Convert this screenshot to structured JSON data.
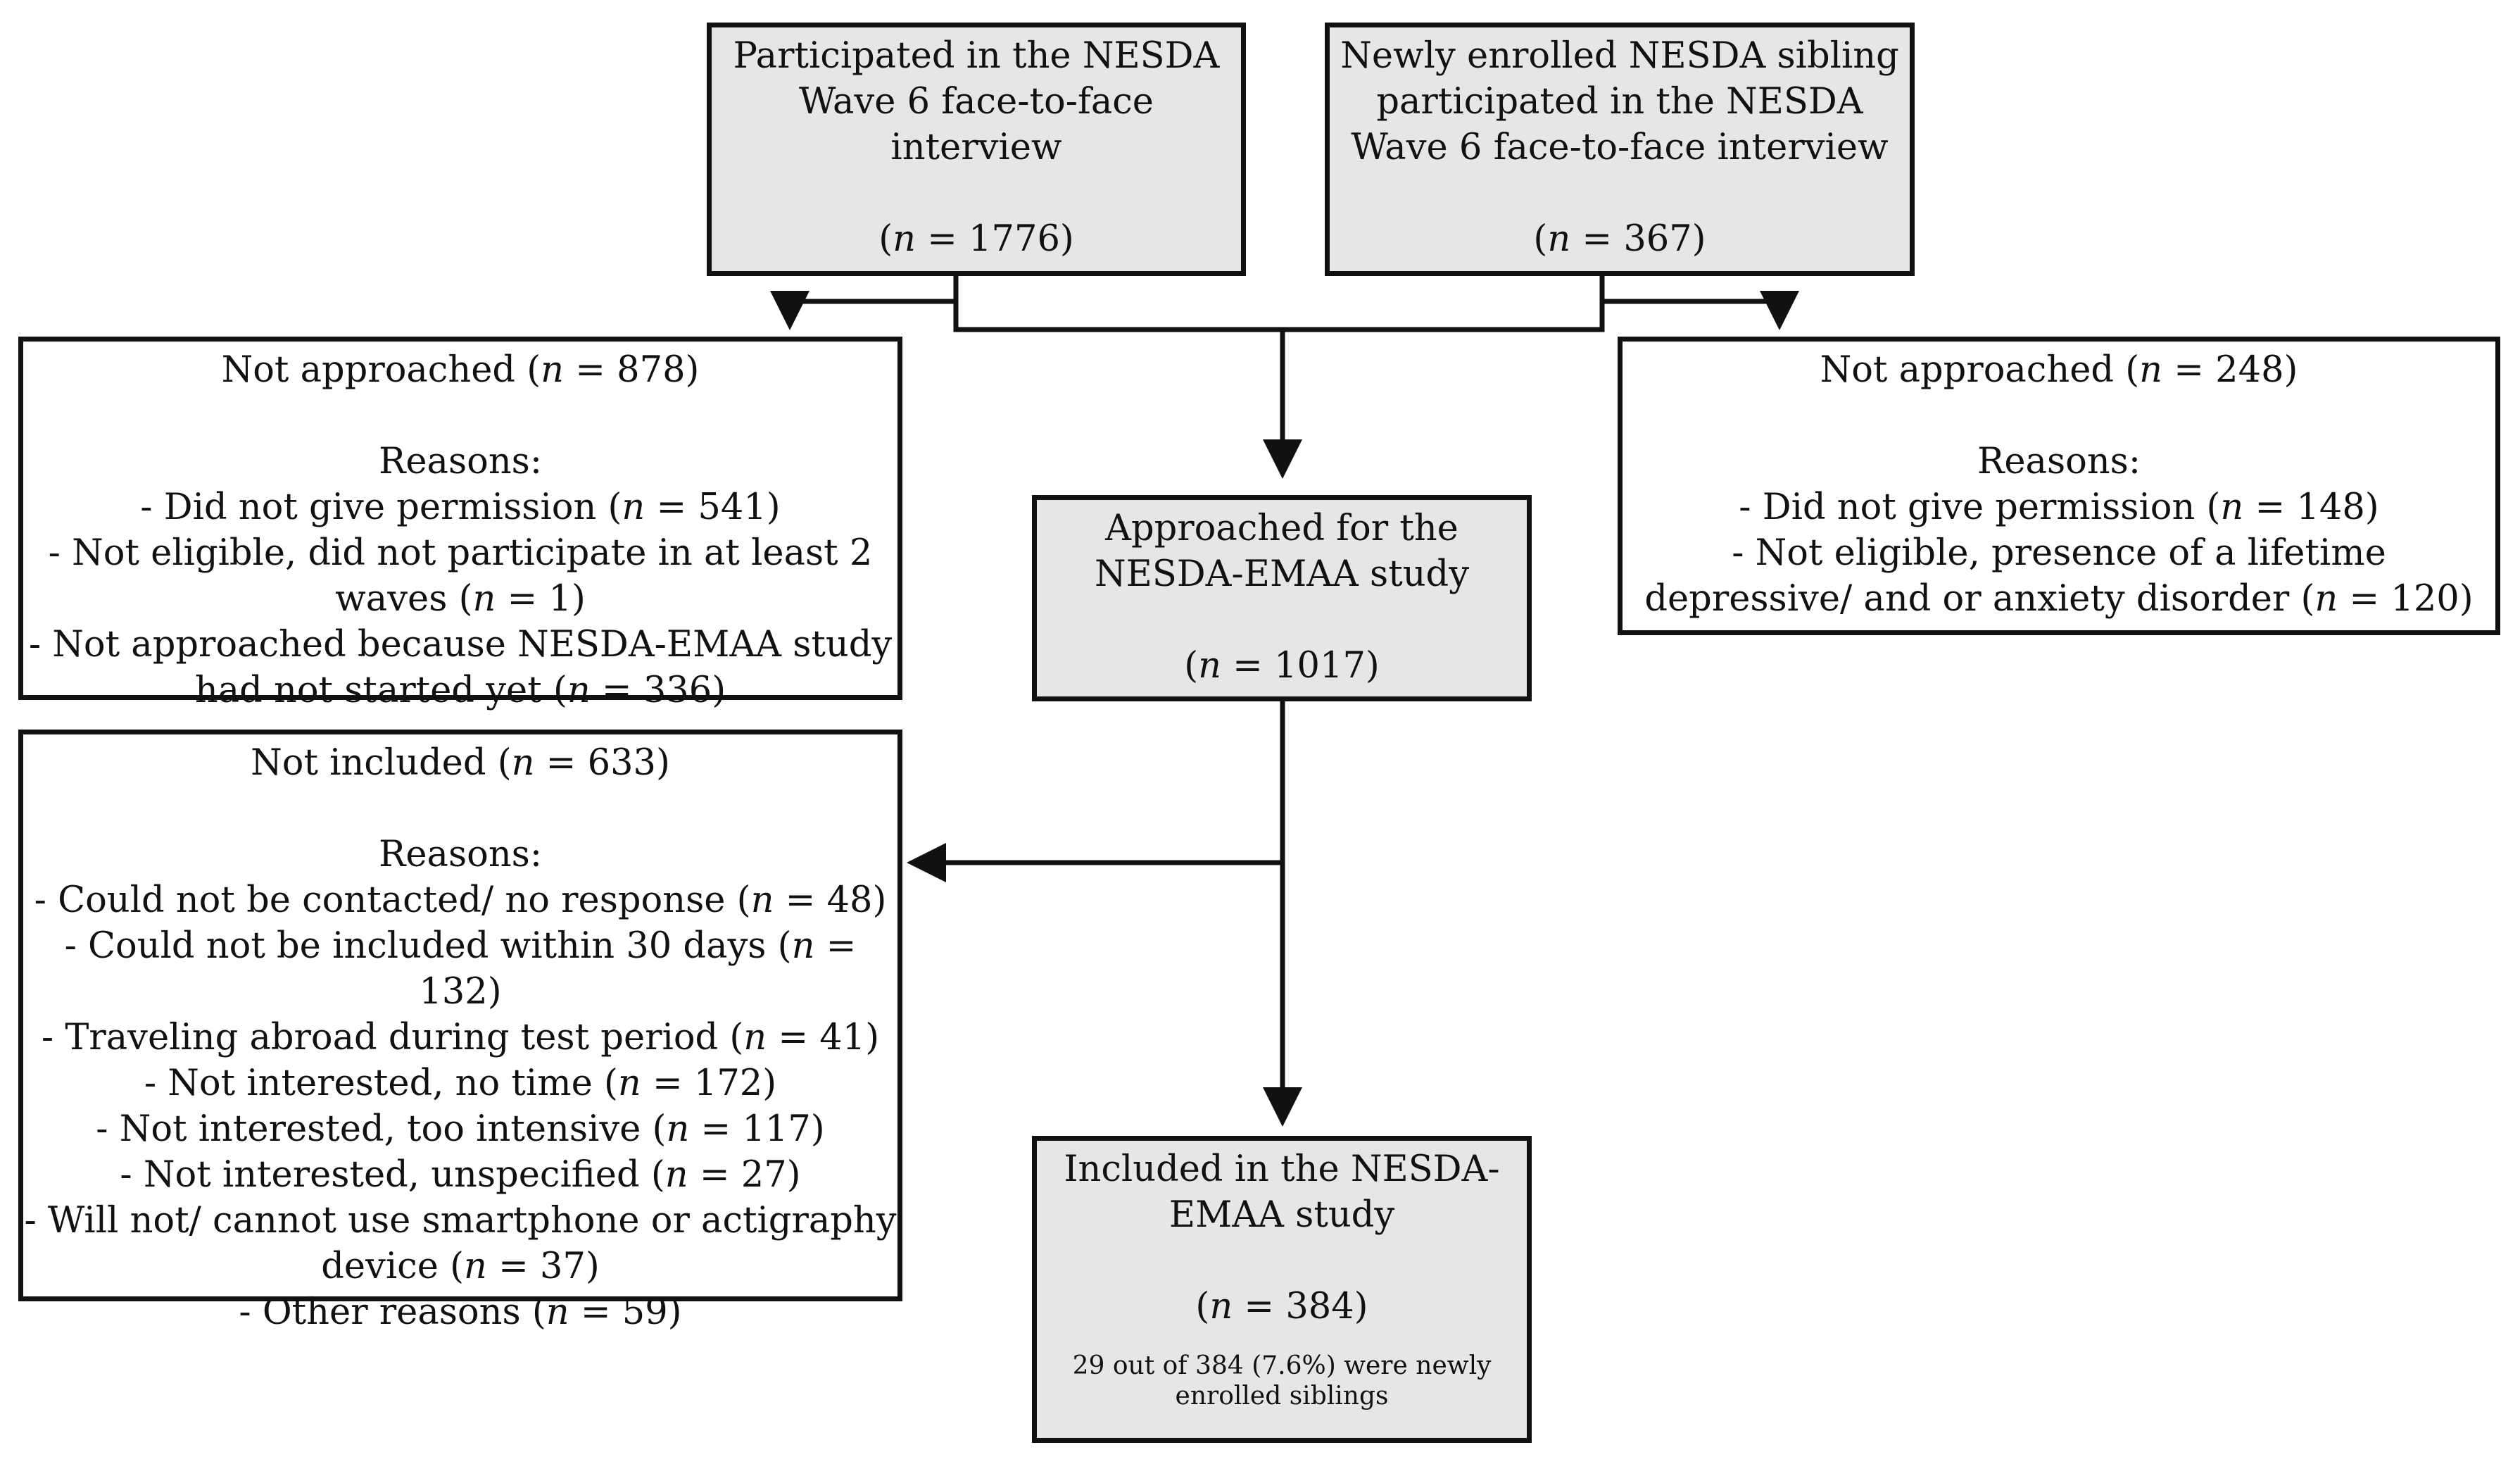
{
  "boxes": {
    "wave6": {
      "lines": [
        "Participated in the NESDA",
        "Wave 6 face-to-face",
        "interview"
      ],
      "n_prefix": "(",
      "n_symbol": "n",
      "n_value": " = 1776)"
    },
    "siblings": {
      "lines": [
        "Newly enrolled NESDA sibling",
        "participated in the NESDA",
        "Wave 6 face-to-face interview"
      ],
      "n_prefix": "(",
      "n_symbol": "n",
      "n_value": " = 367)"
    },
    "not_approached_left": {
      "title": {
        "pre": "Not approached (",
        "sym": "n",
        "post": " = 878)"
      },
      "reasons_label": "Reasons:",
      "reasons": [
        {
          "pre": "- Did not give permission (",
          "sym": "n",
          "post": " = 541)"
        },
        {
          "pre": "- Not eligible, did not participate in at least 2",
          "sym": "",
          "post": ""
        },
        {
          "pre": "waves (",
          "sym": "n",
          "post": " = 1)"
        },
        {
          "pre": "- Not approached because NESDA-EMAA study",
          "sym": "",
          "post": ""
        },
        {
          "pre": "had not started yet (",
          "sym": "n",
          "post": " = 336)"
        }
      ]
    },
    "approached": {
      "lines": [
        "Approached for the",
        "NESDA-EMAA study"
      ],
      "n_prefix": "(",
      "n_symbol": "n",
      "n_value": " = 1017)"
    },
    "not_approached_right": {
      "title": {
        "pre": "Not approached (",
        "sym": "n",
        "post": " = 248)"
      },
      "reasons_label": "Reasons:",
      "reasons": [
        {
          "pre": "- Did not give permission (",
          "sym": "n",
          "post": " = 148)"
        },
        {
          "pre": "- Not eligible, presence of a lifetime",
          "sym": "",
          "post": ""
        },
        {
          "pre": "depressive/ and or anxiety disorder (",
          "sym": "n",
          "post": " = 120)"
        }
      ]
    },
    "not_included": {
      "title": {
        "pre": "Not included (",
        "sym": "n",
        "post": " = 633)"
      },
      "reasons_label": "Reasons:",
      "reasons": [
        {
          "pre": "- Could not be contacted/ no response (",
          "sym": "n",
          "post": " = 48)"
        },
        {
          "pre": "- Could not be included within 30 days (",
          "sym": "n",
          "post": " = 132)"
        },
        {
          "pre": "- Traveling abroad during test period (",
          "sym": "n",
          "post": " = 41)"
        },
        {
          "pre": "- Not interested, no time (",
          "sym": "n",
          "post": " = 172)"
        },
        {
          "pre": "- Not interested, too intensive (",
          "sym": "n",
          "post": " = 117)"
        },
        {
          "pre": "- Not interested, unspecified (",
          "sym": "n",
          "post": " = 27)"
        },
        {
          "pre": "- Will not/ cannot use smartphone or actigraphy",
          "sym": "",
          "post": ""
        },
        {
          "pre": "device (",
          "sym": "n",
          "post": " = 37)"
        },
        {
          "pre": "- Other reasons (",
          "sym": "n",
          "post": " = 59)"
        }
      ]
    },
    "included": {
      "lines": [
        "Included in the NESDA-",
        "EMAA study"
      ],
      "n_prefix": "(",
      "n_symbol": "n",
      "n_value": " = 384)",
      "note_lines": [
        "29 out of 384 (7.6%) were newly",
        "enrolled siblings"
      ]
    }
  }
}
